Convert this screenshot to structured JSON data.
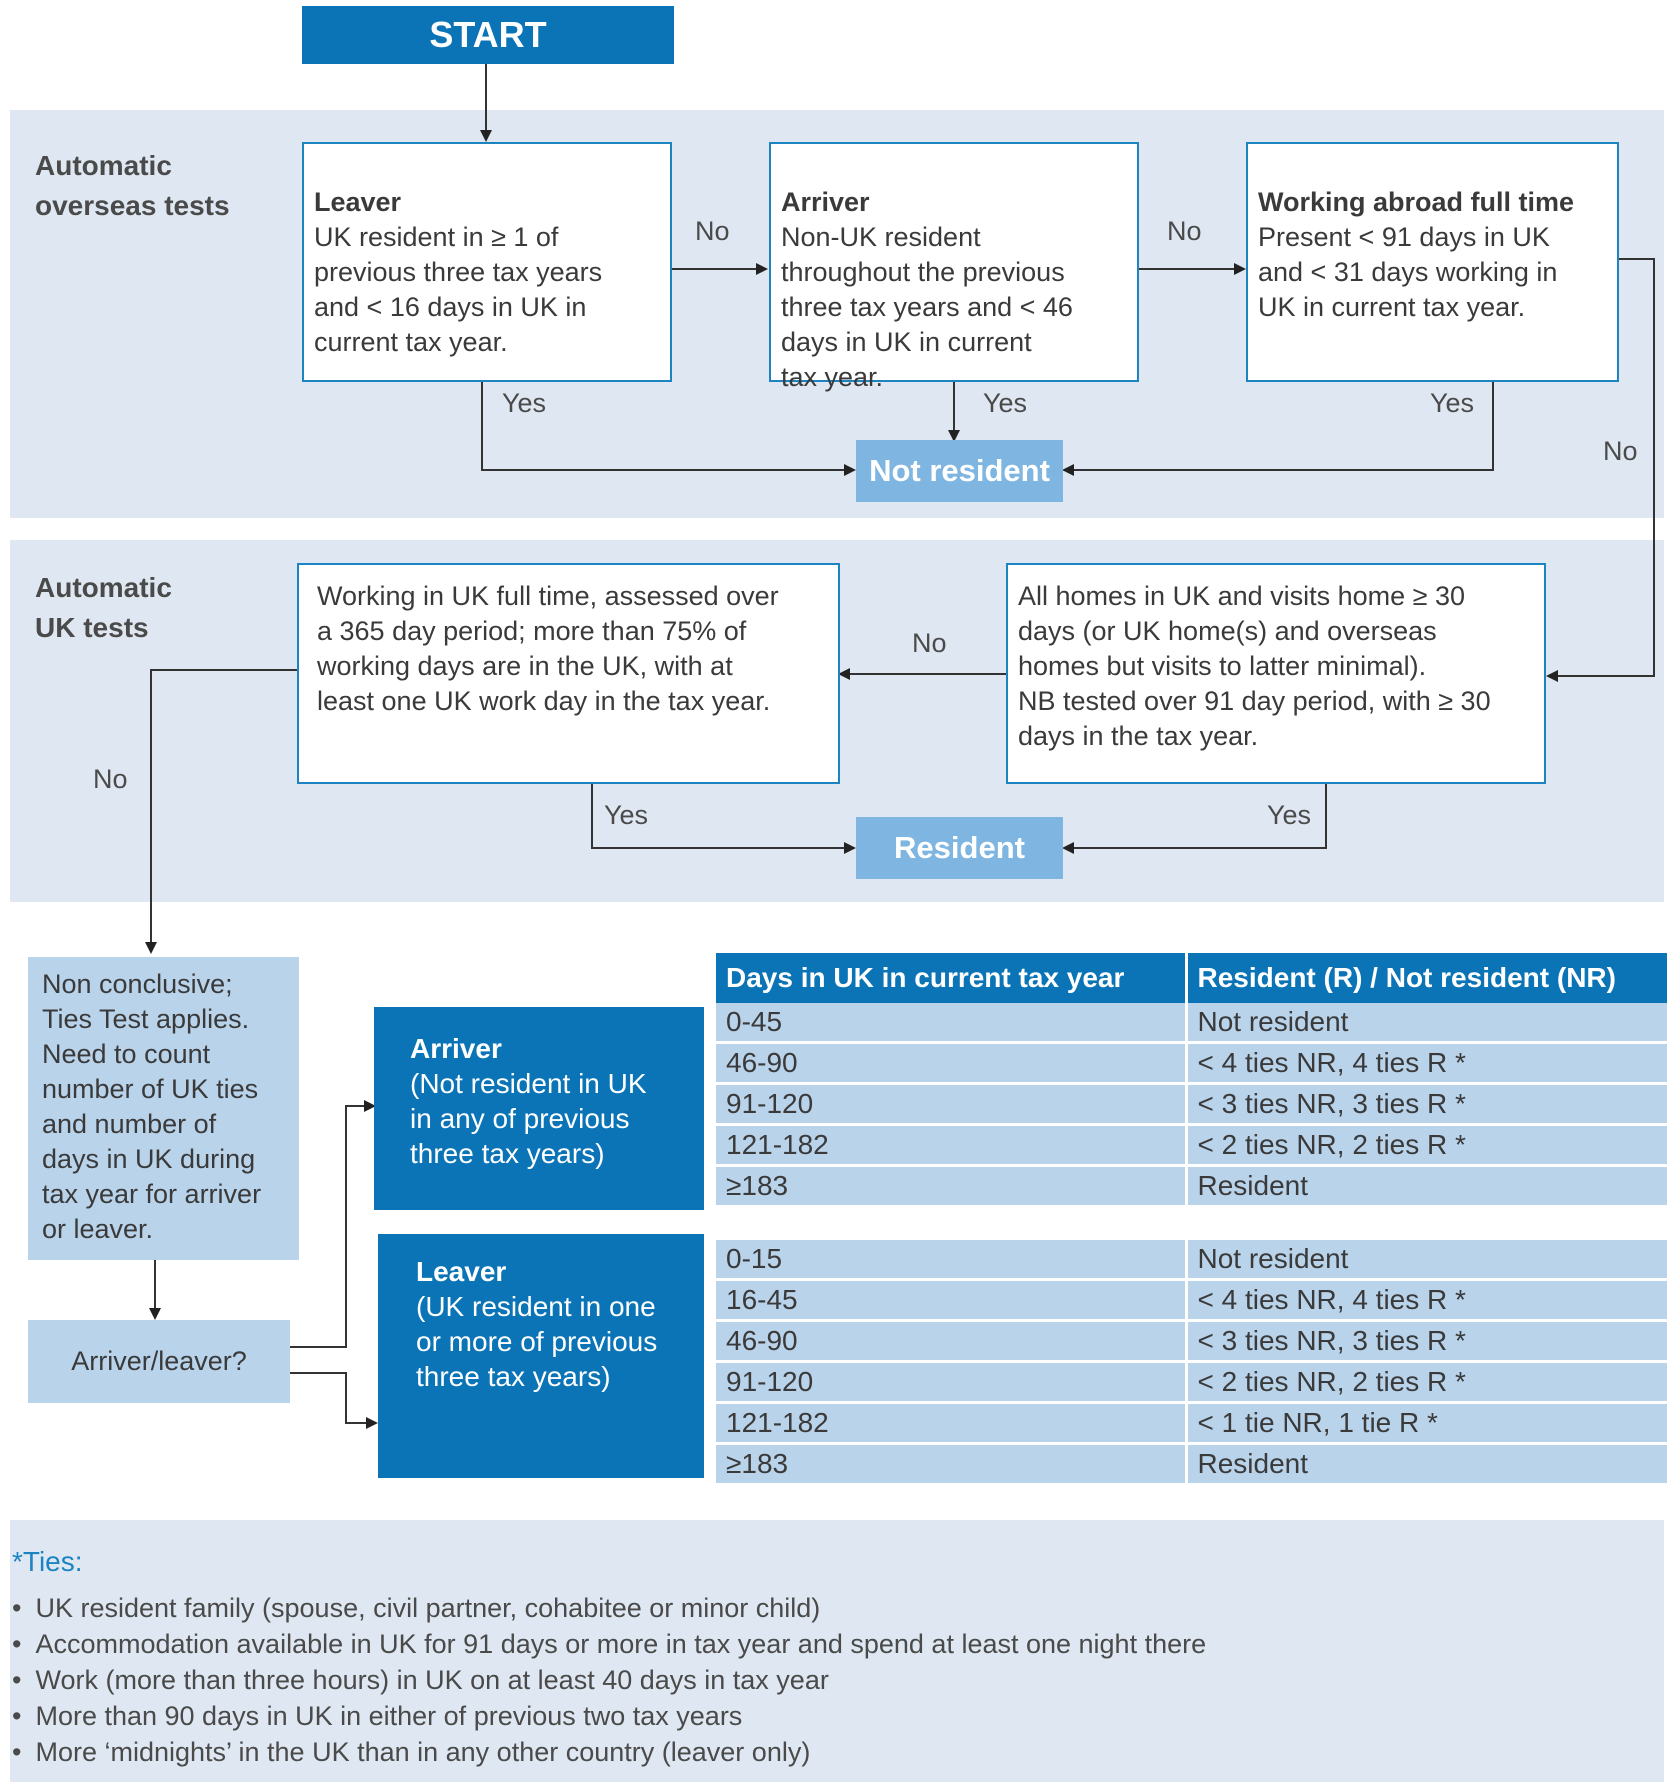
{
  "start_label": "START",
  "overseas": {
    "section_title": "Automatic\noverseas tests",
    "leaver_title": "Leaver",
    "leaver_text": "UK resident in ≥ 1 of\nprevious three tax years\nand < 16 days in UK in\ncurrent tax year.",
    "arriver_title": "Arriver",
    "arriver_text": "Non-UK resident\nthroughout the previous\nthree tax years and < 46\ndays in UK in current\ntax year.",
    "abroad_title": "Working abroad full time",
    "abroad_text": "Present < 91 days in UK\nand < 31 days working in\nUK in current tax year.",
    "no_1": "No",
    "no_2": "No",
    "no_3": "No",
    "yes_1": "Yes",
    "yes_2": "Yes",
    "yes_3": "Yes",
    "outcome": "Not resident"
  },
  "uk": {
    "section_title": "Automatic\nUK tests",
    "work_text": "Working in UK full time, assessed over\na 365 day period; more than 75% of\nworking days are in the UK, with at\nleast one UK work day in the tax year.",
    "homes_text": "All homes in UK and visits home ≥ 30\ndays (or UK home(s) and overseas\nhomes but visits to latter minimal).\nNB tested over 91 day period, with ≥ 30\ndays in the tax year.",
    "no_mid": "No",
    "no_left": "No",
    "yes_left": "Yes",
    "yes_right": "Yes",
    "outcome": "Resident"
  },
  "ties_test": {
    "nonconclusive": "Non conclusive;\nTies Test applies.\nNeed to count\nnumber of UK ties\nand number of\ndays in UK during\ntax year for arriver\nor leaver.",
    "question": "Arriver/leaver?",
    "arriver_title": "Arriver",
    "arriver_text": "(Not resident in UK\nin any of previous\nthree tax years)",
    "leaver_title": "Leaver",
    "leaver_text": "(UK resident in one\nor more of previous\nthree tax years)"
  },
  "table": {
    "headers": [
      "Days in UK in current tax year",
      "Resident (R) / Not resident (NR)"
    ],
    "arriver_rows": [
      [
        "0-45",
        "Not resident"
      ],
      [
        "46-90",
        "< 4 ties NR, 4 ties R *"
      ],
      [
        "91-120",
        "< 3 ties NR, 3 ties R *"
      ],
      [
        "121-182",
        "< 2 ties NR, 2 ties R *"
      ],
      [
        "≥183",
        "Resident"
      ]
    ],
    "leaver_rows": [
      [
        "0-15",
        "Not resident"
      ],
      [
        "16-45",
        "< 4 ties NR, 4 ties R *"
      ],
      [
        "46-90",
        "< 3 ties NR, 3 ties R *"
      ],
      [
        "91-120",
        "< 2 ties NR, 2 ties R *"
      ],
      [
        "121-182",
        "< 1 tie NR, 1 tie R *"
      ],
      [
        "≥183",
        "Resident"
      ]
    ]
  },
  "ties": {
    "title": "*Ties:",
    "items": [
      "UK resident family (spouse, civil partner, cohabitee or minor child)",
      "Accommodation available in UK for 91 days or more in tax year and spend at least one night there",
      "Work (more than three hours) in UK on at least 40 days in tax year",
      "More than 90 days in UK in either of previous two tax years",
      "More ‘midnights’ in the UK than in any other country (leaver only)"
    ]
  },
  "colors": {
    "dark_blue": "#0a74b7",
    "box_border": "#1d84c2",
    "outcome_blue": "#7fb6e1",
    "light_blue": "#b9d3eb",
    "band": "#dfe8f2"
  }
}
